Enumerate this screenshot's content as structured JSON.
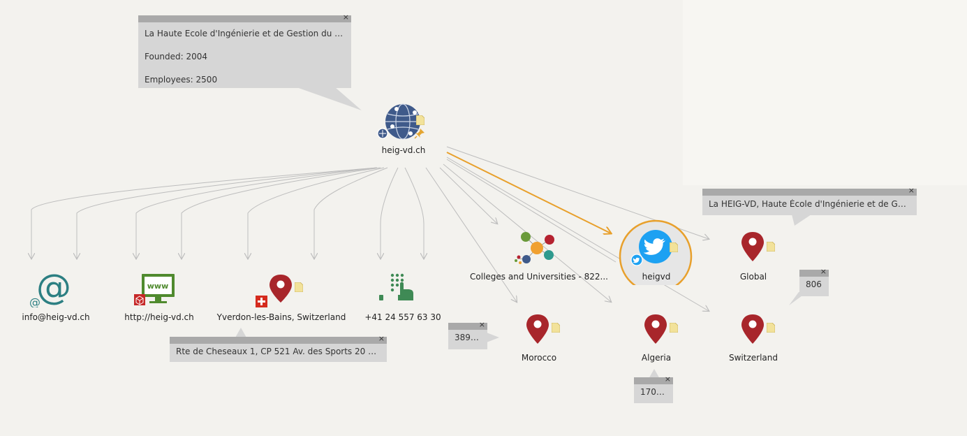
{
  "nodes": {
    "website": {
      "label": "heig-vd.ch"
    },
    "email": {
      "label": "info@heig-vd.ch"
    },
    "url": {
      "label": "http://heig-vd.ch"
    },
    "location_yverdon": {
      "label": "Yverdon-les-Bains, Switzerland"
    },
    "phone": {
      "label": "+41 24 557 63 30"
    },
    "category": {
      "label": "Colleges and Universities - 822..."
    },
    "twitter": {
      "label": "heigvd"
    },
    "global": {
      "label": "Global"
    },
    "morocco": {
      "label": "Morocco"
    },
    "algeria": {
      "label": "Algeria"
    },
    "switzerland": {
      "label": "Switzerland"
    }
  },
  "popups": {
    "website": {
      "lines": [
        "La Haute Ecole d'Ingénierie et de Gestion du Cant...",
        "Founded: 2004",
        "Employees: 2500"
      ]
    },
    "twitter": {
      "lines": [
        "La HEIG-VD, Haute École d'Ingénierie et de Gestio..."
      ]
    },
    "address": {
      "lines": [
        "Rte de Cheseaux 1, CP 521 Av. des Sports 20 Yverd..."
      ]
    },
    "morocco_count": {
      "lines": [
        "38940"
      ]
    },
    "algeria_count": {
      "lines": [
        "17054"
      ]
    },
    "switzerland_count": {
      "lines": [
        "806"
      ]
    }
  },
  "icons": {
    "website": "globe-network-icon",
    "email": "at-sign-icon",
    "url": "www-monitor-icon",
    "location": "map-pin-icon",
    "phone": "phone-keypad-icon",
    "category": "category-cluster-icon",
    "twitter": "twitter-bird-icon",
    "note": "note-icon",
    "close": "×",
    "flag": "swiss-flag-icon"
  },
  "colors": {
    "pin": "#a8262b",
    "twitter": "#1da1f2",
    "highlight_edge": "#e8a02c",
    "edge": "#bdbdbd",
    "globe": "#3f5a8a",
    "email": "#2c7f82",
    "url": "#4f8a2e",
    "phone": "#3f8a55"
  }
}
